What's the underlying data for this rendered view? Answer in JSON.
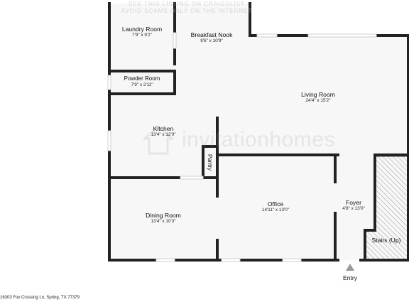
{
  "watermark": {
    "disclaimer_line1": "SEE THIS LISTING ON CRAIGSLIST",
    "disclaimer_line2": "AVOID SCAMS ONLY ON THE INTERNET",
    "brand": "invitationhomes"
  },
  "rooms": [
    {
      "name": "Laundry Room",
      "dims": "7'9\" x 9'2\""
    },
    {
      "name": "Breakfast Nook",
      "dims": "9'6\" x 10'9\""
    },
    {
      "name": "Powder Room",
      "dims": "7'9\" x 2'11\""
    },
    {
      "name": "Living Room",
      "dims": "24'4\" x 15'2\""
    },
    {
      "name": "Kitchen",
      "dims": "13'4\" x 12'0\""
    },
    {
      "name": "Pantry",
      "dims": ""
    },
    {
      "name": "Office",
      "dims": "14'11\" x 13'0\""
    },
    {
      "name": "Foyer",
      "dims": "4'8\" x 13'0\""
    },
    {
      "name": "Dining Room",
      "dims": "13'4\" x 10'3\""
    },
    {
      "name": "Stairs (Up)",
      "dims": ""
    }
  ],
  "entry_label": "Entry",
  "address": "16303 Fox Crossing Ln, Spring, TX 77379",
  "colors": {
    "wall": "#222222",
    "window": "#ffffff",
    "floor": "#f6f6f6"
  }
}
